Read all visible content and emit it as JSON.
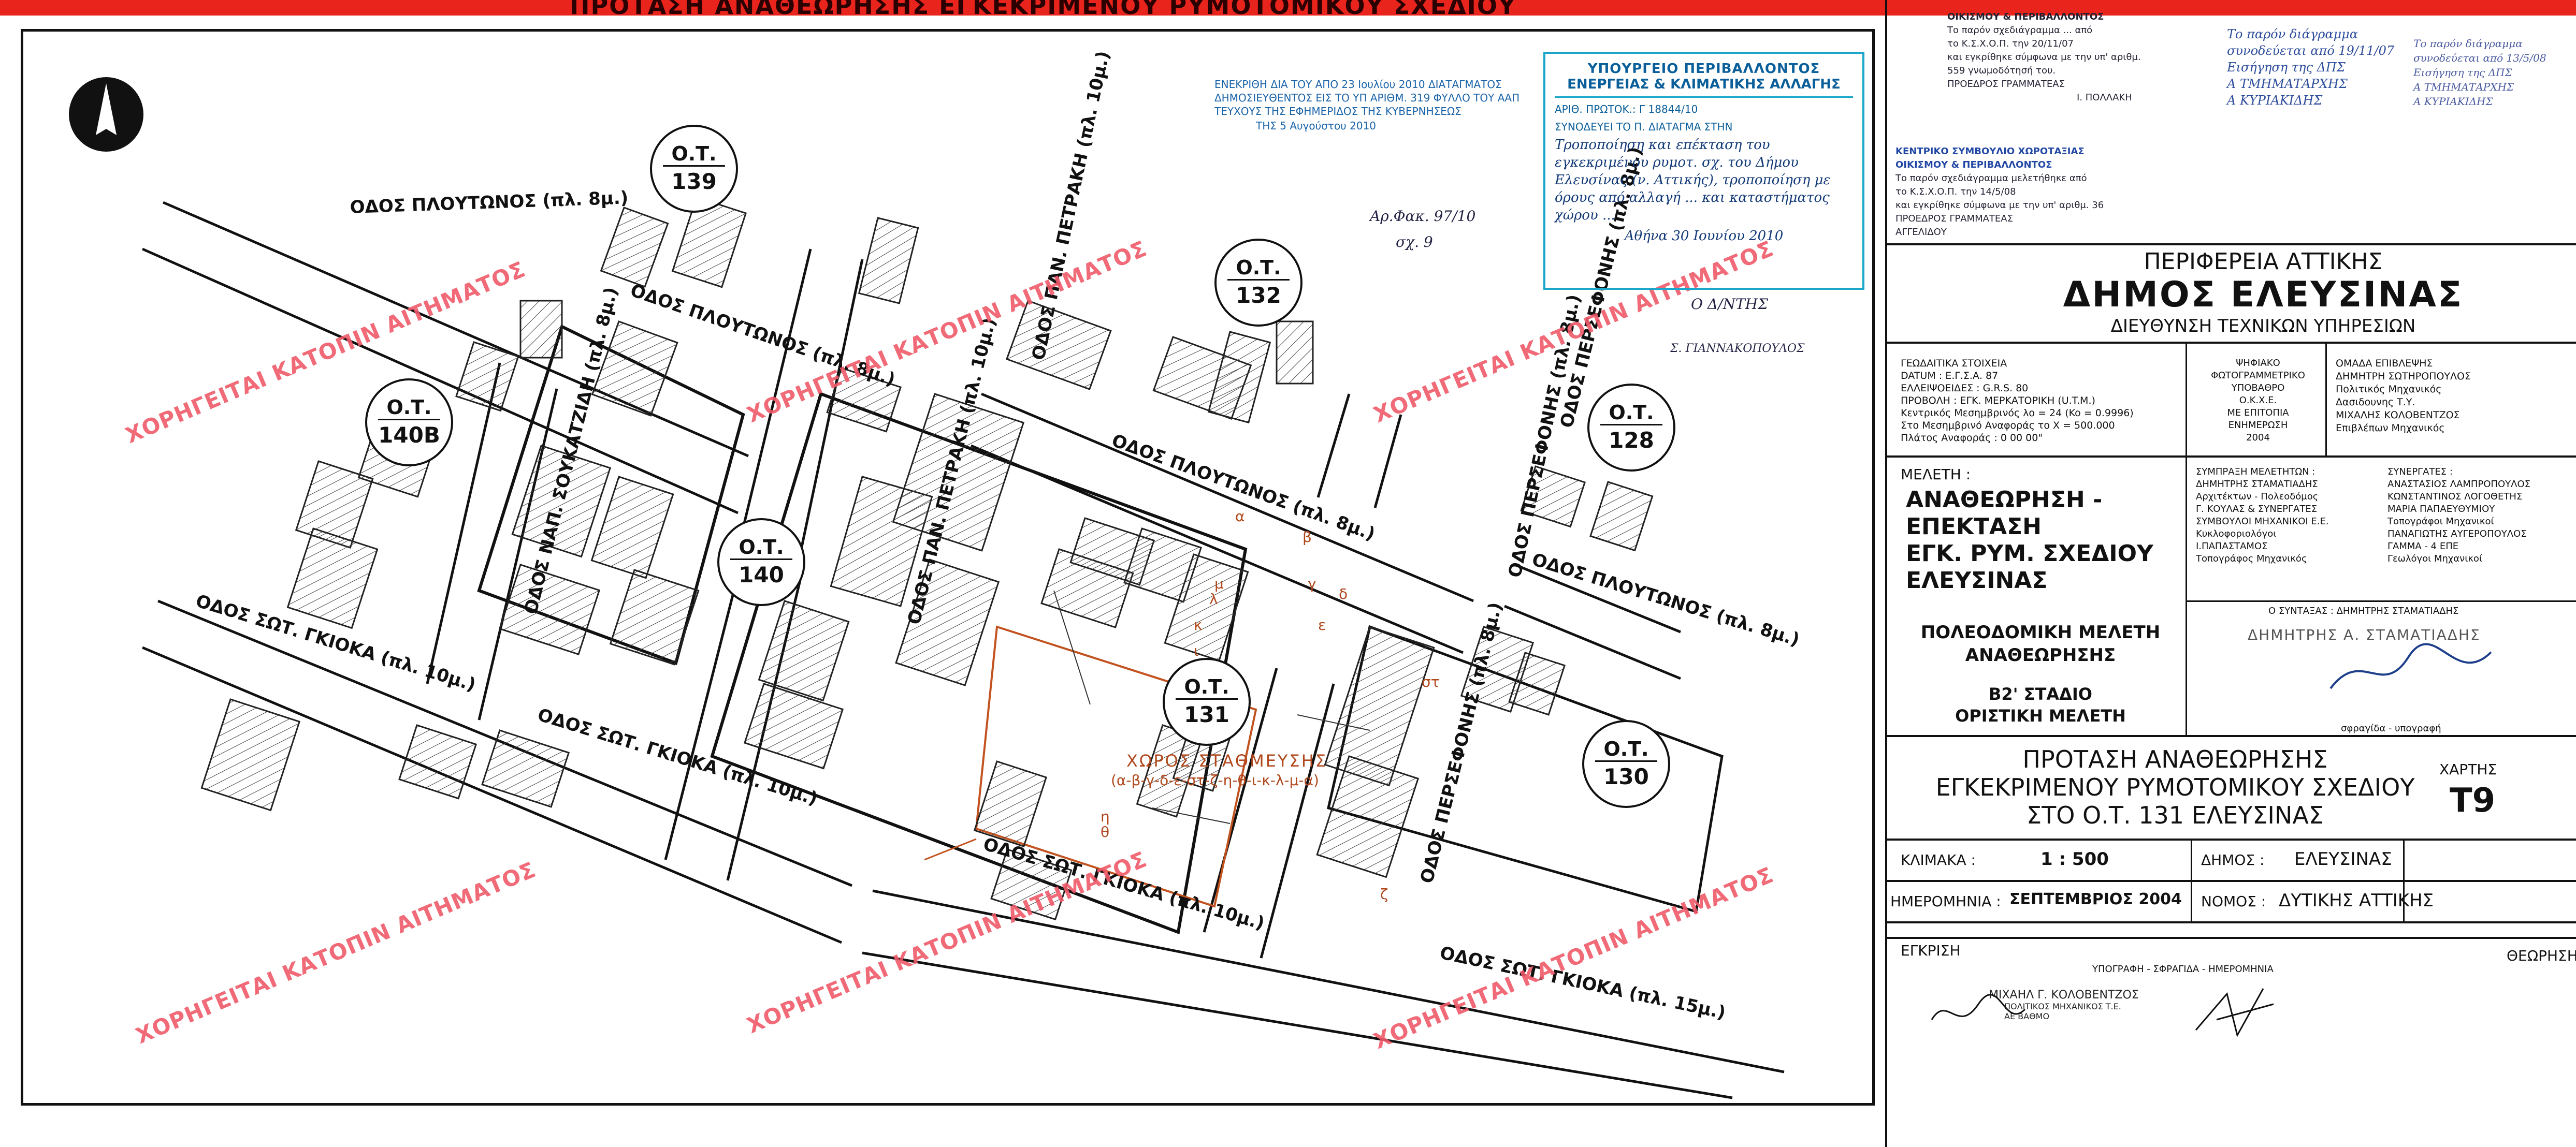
{
  "top_banner": "ΠΡΟΤΑΣΗ ΑΝΑΘΕΩΡΗΣΗΣ ΕΓΚΕΚΡΙΜΕΝΟΥ ΡΥΜΟΤΟΜΙΚΟΥ ΣΧΕΔΙΟΥ",
  "colors": {
    "red_bar": "#e8241c",
    "watermark": "#f05a6a",
    "stamp_blue": "#1aa7c9",
    "annotation_brown": "#b0481c"
  },
  "map": {
    "north_arrow_icon": "north-arrow-icon",
    "streets": {
      "ploutonos_1": "ΟΔΟΣ ΠΛΟΥΤΩΝΟΣ (πλ. 8μ.)",
      "ploutonos_2": "ΟΔΟΣ ΠΛΟΥΤΩΝΟΣ (πλ. 8μ.)",
      "ploutonos_3": "ΟΔΟΣ ΠΛΟΥΤΩΝΟΣ (πλ. 8μ.)",
      "ploutonos_4": "ΟΔΟΣ ΠΛΟΥΤΩΝΟΣ (πλ. 8μ.)",
      "soukatzidi": "ΟΔΟΣ ΝΑΠ. ΣΟΥΚΑΤΖΙΔΗ (πλ. 8μ.)",
      "petraki_1": "ΟΔΟΣ ΠΑΝ. ΠΕΤΡΑΚΗ (πλ. 10μ.)",
      "petraki_2": "ΟΔΟΣ ΠΑΝ. ΠΕΤΡΑΚΗ (πλ. 10μ.)",
      "petraki_3": "ΟΔΟΣ ΠΑΝ. ΠΕΤΡΑΚΗ (πλ. 10μ.)",
      "persefonis_1": "ΟΔΟΣ ΠΕΡΣΕΦΟΝΗΣ (πλ. 8μ.)",
      "persefonis_2": "ΟΔΟΣ ΠΕΡΣΕΦΟΝΗΣ (πλ. 8μ.)",
      "persefonis_3": "ΟΔΟΣ ΠΕΡΣΕΦΟΝΗΣ (πλ. 8μ.)",
      "gkioka_1": "ΟΔΟΣ ΣΩΤ. ΓΚΙΟΚΑ (πλ. 10μ.)",
      "gkioka_2": "ΟΔΟΣ ΣΩΤ. ΓΚΙΟΚΑ (πλ. 10μ.)",
      "gkioka_3": "ΟΔΟΣ ΣΩΤ. ΓΚΙΟΚΑ (πλ. 10μ.)",
      "gkioka_4": "ΟΔΟΣ ΣΩΤ. ΓΚΙΟΚΑ (πλ. 15μ.)"
    },
    "blocks": [
      {
        "top": "Ο.Τ.",
        "num": "139"
      },
      {
        "top": "Ο.Τ.",
        "num": "132"
      },
      {
        "top": "Ο.Τ.",
        "num": "140Β"
      },
      {
        "top": "Ο.Τ.",
        "num": "140"
      },
      {
        "top": "Ο.Τ.",
        "num": "128"
      },
      {
        "top": "Ο.Τ.",
        "num": "131"
      },
      {
        "top": "Ο.Τ.",
        "num": "130"
      }
    ],
    "parking": {
      "title": "ΧΩΡΟΣ ΣΤΑΘΜΕΥΣΗΣ",
      "points": "(α-β-γ-δ-ε-στ-ζ-η-θ-ι-κ-λ-μ-α)"
    },
    "watermark": "ΧΟΡΗΓΕΙΤΑΙ ΚΑΤΟΠΙΝ ΑΙΤΗΜΑΤΟΣ",
    "notes": {
      "ar_fak": "Αρ.Φακ. 97/10",
      "sx": "σχ. 9",
      "d_nsis": "Ο Δ/ΝΤΗΣ",
      "signer": "Σ. ΓΙΑΝΝΑΚΟΠΟΥΛΟΣ",
      "approval_1": "ΕΝΕΚΡΙΘΗ ΔΙΑ ΤΟΥ ΑΠΟ 23 Ιουλίου 2010 ΔΙΑΤΑΓΜΑΤΟΣ",
      "approval_2": "ΔΗΜΟΣΙΕΥΘΕΝΤΟΣ ΕΙΣ ΤΟ ΥΠ ΑΡΙΘΜ. 319 ΦΥΛΛΟ ΤΟΥ ΑΑΠ",
      "approval_3": "ΤΕΥΧΟΥΣ ΤΗΣ ΕΦΗΜΕΡΙΔΟΣ ΤΗΣ ΚΥΒΕΡΝΗΣΕΩΣ",
      "approval_4": "ΤΗΣ 5 Αυγούστου 2010"
    },
    "point_labels": [
      "α",
      "β",
      "γ",
      "δ",
      "ε",
      "στ",
      "ζ",
      "η",
      "θ",
      "ι",
      "κ",
      "λ",
      "μ"
    ]
  },
  "ministry_stamp": {
    "line1": "ΥΠΟΥΡΓΕΙΟ ΠΕΡΙΒΑΛΛΟΝΤΟΣ",
    "line2": "ΕΝΕΡΓΕΙΑΣ & ΚΛΙΜΑΤΙΚΗΣ ΑΛΛΑΓΗΣ",
    "protocol": "ΑΡΙΘ. ΠΡΩΤΟΚ.: Γ 18844/10",
    "attached": "ΣΥΝΟΔΕΥΕΙ ΤΟ Π. ΔΙΑΤΑΓΜΑ ΣΤΗΝ",
    "hand": "Τροποποίηση και επέκταση του εγκεκριμένου ρυμοτ. σχ. του Δήμου Ελευσίνας (ν. Αττικής), τροποποίηση με όρους από αλλαγή ... και καταστήματος χώρου ...",
    "date": "Αθήνα 30 Ιουνίου 2010"
  },
  "title_block": {
    "top_stamp": {
      "l1": "ΟΙΚΙΣΜΟΥ & ΠΕΡΙΒΑΛΛΟΝΤΟΣ",
      "l2": "Το παρόν σχεδιάγραμμα ... από",
      "l3": "το Κ.Σ.Χ.Ο.Π. την 20/11/07",
      "l4": "και εγκρίθηκε σύμφωνα με την υπ' αριθμ.",
      "l5": "559 γνωμοδότησή του.",
      "l6": "ΠΡΟΕΔΡΟΣ ΓΡΑΜΜΑΤΕΑΣ",
      "l7": "Ι. ΠΟΛΛΑΚΗ",
      "l8": "ΚΕΝΤΡΙΚΟ ΣΥΜΒΟΥΛΙΟ ΧΩΡΟΤΑΞΙΑΣ",
      "l9": "ΟΙΚΙΣΜΟΥ & ΠΕΡΙΒΑΛΛΟΝΤΟΣ",
      "l10": "Το παρόν σχεδιάγραμμα μελετήθηκε από",
      "l11": "το Κ.Σ.Χ.Ο.Π. την 14/5/08",
      "l12": "και εγκρίθηκε σύμφωνα με την υπ' αριθμ. 36",
      "l13": "ΠΡΟΕΔΡΟΣ ΓΡΑΜΜΑΤΕΑΣ",
      "l14": "ΑΓΓΕΛΙΔΟΥ",
      "hand_right_1": "Το παρόν διάγραμμα συνοδεύεται από 19/11/07 Εισήγηση της ΔΠΣ",
      "hand_right_2": "Α ΤΜΗΜΑΤΑΡΧΗΣ",
      "hand_right_3": "Α ΚΥΡΙΑΚΙΔΗΣ",
      "hand_right_4": "Το παρόν διάγραμμα συνοδεύεται από 13/5/08 Εισήγηση της ΔΠΣ",
      "hand_right_5": "Α ΤΜΗΜΑΤΑΡΧΗΣ",
      "hand_right_6": "Α ΚΥΡΙΑΚΙΔΗΣ"
    },
    "region": "ΠΕΡΙΦΕΡΕΙΑ ΑΤΤΙΚΗΣ",
    "municipality": "ΔΗΜΟΣ ΕΛΕΥΣΙΝΑΣ",
    "directorate": "ΔΙΕΥΘΥΝΣΗ ΤΕΧΝΙΚΩΝ ΥΠΗΡΕΣΙΩΝ",
    "geodetic": [
      "ΓΕΩΔΑΙΤΙΚΑ ΣΤΟΙΧΕΙΑ",
      "DATUM          : Ε.Γ.Σ.Α. 87",
      "ΕΛΛΕΙΨΟΕΙΔΕΣ : G.R.S. 80",
      "ΠΡΟΒΟΛΗ        : ΕΓΚ. ΜΕΡΚΑΤΟΡΙΚΗ (U.T.M.)",
      "Κεντρικός Μεσημβρινός λο = 24 (Ko = 0.9996)",
      "Στο Μεσημβρινό Αναφοράς το X = 500.000",
      "Πλάτος Αναφοράς : 0 00 00\""
    ],
    "photo": [
      "ΨΗΦΙΑΚΟ",
      "ΦΩΤΟΓΡΑΜΜΕΤΡΙΚΟ",
      "ΥΠΟΒΑΘΡΟ",
      "Ο.Κ.Χ.Ε.",
      "ΜΕ ΕΠΙΤΟΠΙΑ",
      "ΕΝΗΜΕΡΩΣΗ",
      "2004"
    ],
    "supervision": [
      "ΟΜΑΔΑ ΕΠΙΒΛΕΨΗΣ",
      "ΔΗΜΗΤΡΗ ΣΩΤΗΡΟΠΟΥΛΟΣ",
      "Πολιτικός Μηχανικός",
      "Δασιδουνης Τ.Υ.",
      "ΜΙΧΑΛΗΣ ΚΟΛΟΒΕΝΤΖΟΣ",
      "Επιβλέπων Μηχανικός"
    ],
    "study_label": "ΜΕΛΕΤΗ :",
    "study_title": [
      "ΑΝΑΘΕΩΡΗΣΗ -",
      "ΕΠΕΚΤΑΣΗ",
      "ΕΓΚ. ΡΥΜ. ΣΧΕΔΙΟΥ",
      "ΕΛΕΥΣΙΝΑΣ"
    ],
    "study_sub": [
      "ΠΟΛΕΟΔΟΜΙΚΗ ΜΕΛΕΤΗ",
      "ΑΝΑΘΕΩΡΗΣΗΣ"
    ],
    "stage": [
      "Β2' ΣΤΑΔΙΟ",
      "ΟΡΙΣΤΙΚΗ ΜΕΛΕΤΗ"
    ],
    "authors": [
      "ΣΥΜΠΡΑΞΗ ΜΕΛΕΤΗΤΩΝ :",
      "ΔΗΜΗΤΡΗΣ ΣΤΑΜΑΤΙΑΔΗΣ",
      "Αρχιτέκτων - Πολεοδόμος",
      "Γ. ΚΟΥΛΑΣ & ΣΥΝΕΡΓΑΤΕΣ",
      "ΣΥΜΒΟΥΛΟΙ ΜΗΧΑΝΙΚΟΙ Ε.Ε.",
      "Κυκλοφοριολόγοι",
      "Ι.ΠΑΠΑΣΤΑΜΟΣ",
      "Τοπογράφος Μηχανικός"
    ],
    "collaborators": [
      "ΣΥΝΕΡΓΑΤΕΣ :",
      "ΑΝΑΣΤΑΣΙΟΣ ΛΑΜΠΡΟΠΟΥΛΟΣ",
      "ΚΩΝΣΤΑΝΤΙΝΟΣ ΛΟΓΟΘΕΤΗΣ",
      "ΜΑΡΙΑ ΠΑΠΑΕΥΘΥΜΙΟΥ",
      "Τοπογράφοι Μηχανικοί",
      "ΠΑΝΑΓΙΩΤΗΣ ΑΥΓΕΡΟΠΟΥΛΟΣ",
      "ΓΑΜΜΑ - 4 ΕΠΕ",
      "Γεωλόγοι Μηχανικοί"
    ],
    "compiler": "Ο ΣΥΝΤΑΞΑΣ : ΔΗΜΗΤΡΗΣ ΣΤΑΜΑΤΙΑΔΗΣ",
    "stamp_name": "ΔΗΜΗΤΡΗΣ Α. ΣΤΑΜΑΤΙΑΔΗΣ",
    "seal_caption": "σφραγίδα - υπογραφή",
    "proposal": [
      "ΠΡΟΤΑΣΗ ΑΝΑΘΕΩΡΗΣΗΣ",
      "ΕΓΚΕΚΡΙΜΕΝΟΥ ΡΥΜΟΤΟΜΙΚΟΥ ΣΧΕΔΙΟΥ",
      "ΣΤΟ Ο.Τ. 131 ΕΛΕΥΣΙΝΑΣ"
    ],
    "sheet_label": "ΧΑΡΤΗΣ",
    "sheet_no": "Τ9",
    "scale_label": "ΚΛΙΜΑΚΑ :",
    "scale_value": "1 : 500",
    "municipality_label": "ΔΗΜΟΣ :",
    "municipality_value": "ΕΛΕΥΣΙΝΑΣ",
    "date_label": "ΗΜΕΡΟΜΗΝΙΑ :",
    "date_value": "ΣΕΠΤΕΜΒΡΙΟΣ 2004",
    "prefecture_label": "ΝΟΜΟΣ :",
    "prefecture_value": "ΔΥΤΙΚΗΣ ΑΤΤΙΚΗΣ",
    "approval_label": "ΕΓΚΡΙΣΗ",
    "review_label": "ΘΕΩΡΗΣΗ",
    "sign_caption": "ΥΠΟΓΡΑΦΗ - ΣΦΡΑΓΙΔΑ - ΗΜΕΡΟΜΗΝΙΑ",
    "approver": [
      "ΜΙΧΑΗΛ Γ. ΚΟΛΟΒΕΝΤΖΟΣ",
      "ΠΟΛΙΤΙΚΟΣ ΜΗΧΑΝΙΚΟΣ Τ.Ε.",
      "ΑΕ ΒΑΘΜΟ"
    ]
  }
}
